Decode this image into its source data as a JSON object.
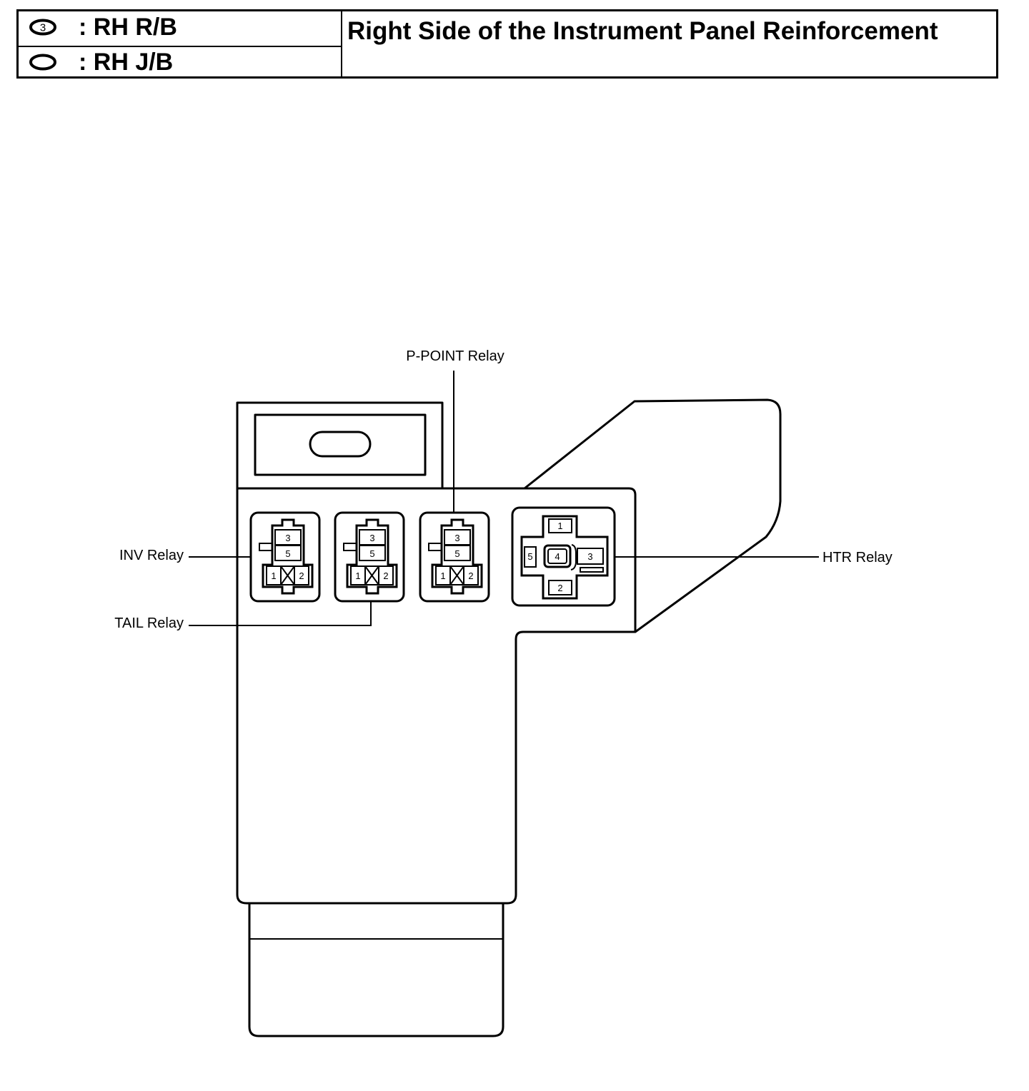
{
  "legend": [
    {
      "symbol": "3",
      "symbol_icon": "circled-number-icon",
      "text": ": RH R/B"
    },
    {
      "symbol": "",
      "symbol_icon": "oval-icon",
      "text": ": RH J/B"
    }
  ],
  "title": "Right Side of the Instrument Panel Reinforcement",
  "relays": {
    "inv": {
      "label": "INV Relay",
      "pins": {
        "top": "3",
        "mid": "5",
        "left": "1",
        "right": "2"
      }
    },
    "tail": {
      "label": "TAIL Relay",
      "pins": {
        "top": "3",
        "mid": "5",
        "left": "1",
        "right": "2"
      }
    },
    "ppoint": {
      "label": "P-POINT Relay",
      "pins": {
        "top": "3",
        "mid": "5",
        "left": "1",
        "right": "2"
      }
    },
    "htr": {
      "label": "HTR Relay",
      "pins": {
        "top": "1",
        "bottom": "2",
        "right": "3",
        "center": "4",
        "left": "5"
      }
    }
  }
}
